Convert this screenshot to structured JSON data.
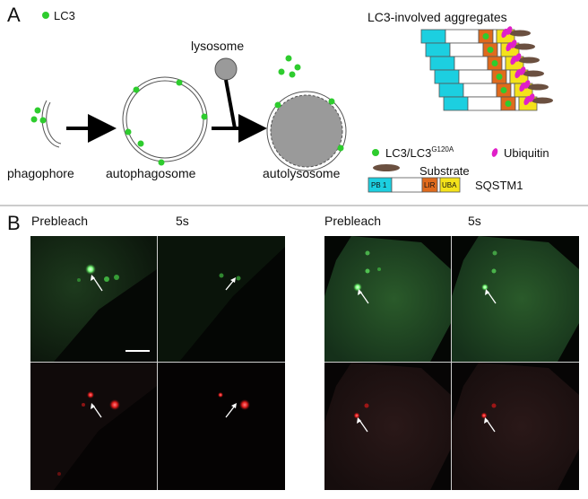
{
  "panel_a": {
    "letter": "A",
    "legend_lc3": "LC3",
    "lysosome": "lysosome",
    "phagophore": "phagophore",
    "autophagosome": "autophagosome",
    "autolysosome": "autolysosome",
    "aggregates_title": "LC3-involved aggregates",
    "legend_lc3_mut": "LC3/LC3",
    "legend_lc3_mut_sup": "G120A",
    "legend_ubiquitin": "Ubiquitin",
    "legend_substrate": "Substrate",
    "sqstm1": "SQSTM1",
    "domain_pb1": "PB 1",
    "domain_lir": "LIR",
    "domain_uba": "UBA"
  },
  "panel_b": {
    "letter": "B",
    "left_prebleach": "Prebleach",
    "left_5s": "5s",
    "right_prebleach": "Prebleach",
    "right_5s": "5s"
  },
  "colors": {
    "lc3_green": "#2ecc2e",
    "pb1_cyan": "#1ccfe0",
    "lir_orange": "#e06a1c",
    "uba_yellow": "#f4e21a",
    "ubiquitin_magenta": "#e020c8",
    "substrate_brown": "#6b5040",
    "lysosome_gray": "#9a9a9a"
  }
}
